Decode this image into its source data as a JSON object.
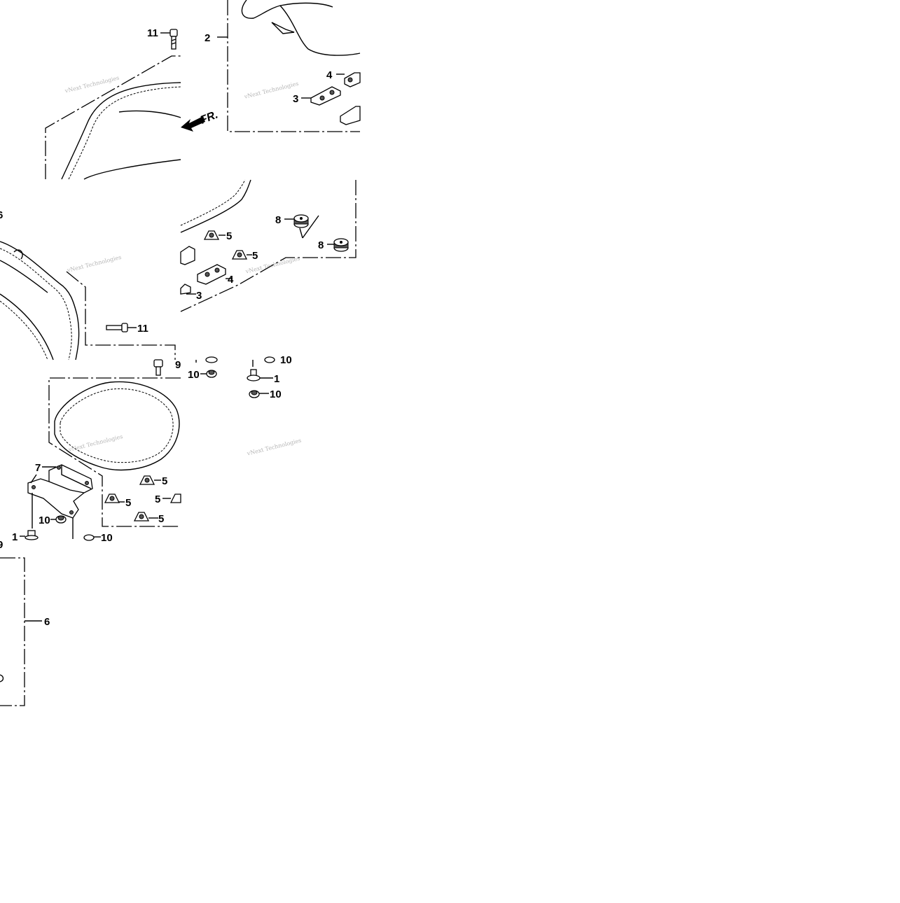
{
  "front_marker": "FR.",
  "watermark": "vNext Technologies",
  "callouts": {
    "c1": "1",
    "c2": "2",
    "c3": "3",
    "c4": "4",
    "c5": "5",
    "c6": "6",
    "c7": "7",
    "c8": "8",
    "c9": "9",
    "c10": "10",
    "c11": "11"
  }
}
